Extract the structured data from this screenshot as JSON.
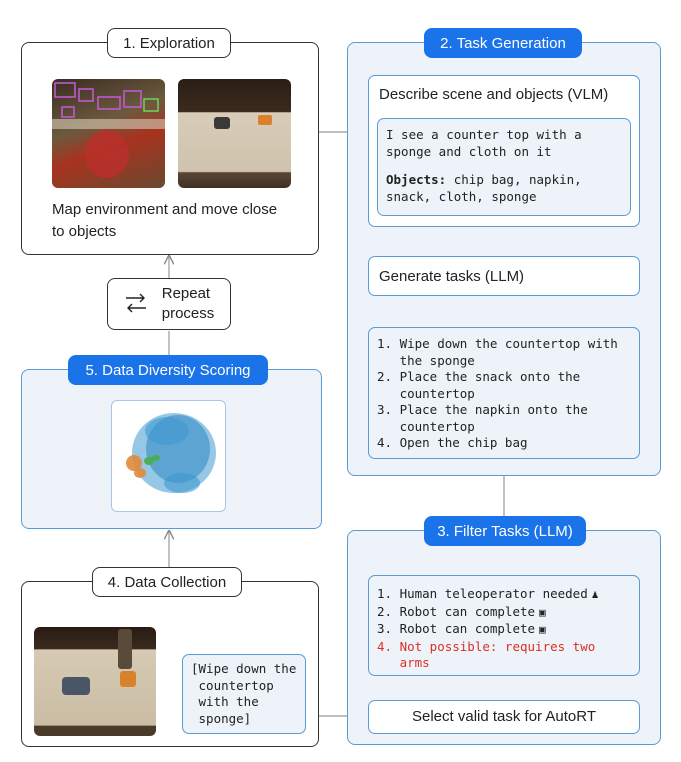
{
  "exploration": {
    "label": "1. Exploration",
    "caption": "Map environment and move close to objects"
  },
  "repeat": {
    "label_line1": "Repeat",
    "label_line2": "process"
  },
  "task_generation": {
    "label": "2. Task Generation",
    "describe_title": "Describe scene and objects (VLM)",
    "description_line1": "I see a counter top with a",
    "description_line2": "sponge and cloth on it",
    "objects_label": "Objects:",
    "objects_line1": " chip bag, napkin,",
    "objects_line2": "snack, cloth, sponge",
    "generate_title": "Generate tasks (LLM)",
    "tasks": [
      "1. Wipe down the countertop with\n   the sponge",
      "2. Place the snack onto the\n   countertop",
      "3. Place the napkin onto the\n   countertop",
      "4. Open the chip bag"
    ]
  },
  "filter": {
    "label": "3. Filter Tasks (LLM)",
    "items": [
      {
        "text": "1. Human teleoperator needed",
        "icon": "person-icon",
        "glyph": "♟"
      },
      {
        "text": "2. Robot can complete",
        "icon": "robot-icon",
        "glyph": "▣"
      },
      {
        "text": "3. Robot can complete",
        "icon": "robot-icon",
        "glyph": "▣"
      }
    ],
    "rejected": "4. Not possible: requires two\n   arms",
    "select_label": "Select valid task for AutoRT"
  },
  "data_collection": {
    "label": "4. Data Collection",
    "selected_task": "[Wipe down the\n countertop\n with the\n sponge]"
  },
  "diversity": {
    "label": "5. Data Diversity Scoring"
  },
  "colors": {
    "accent": "#1a73e8",
    "border_blue": "#5b9bd5",
    "panel_blue": "#eef3f9",
    "error_red": "#d93025"
  }
}
